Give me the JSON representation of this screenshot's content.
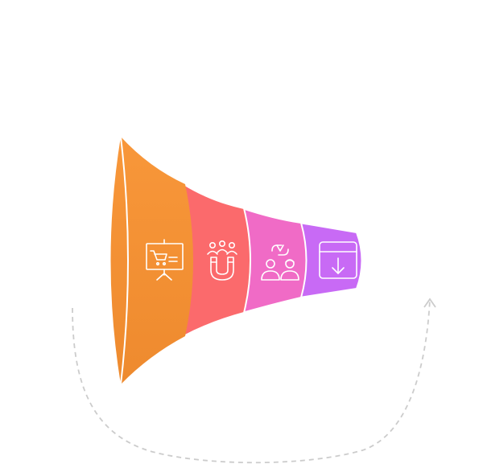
{
  "diagram": {
    "type": "funnel",
    "stages": [
      {
        "id": "stage-1",
        "icon": "store-presentation-icon",
        "color": "#F59435"
      },
      {
        "id": "stage-2",
        "icon": "magnet-people-icon",
        "color": "#FB6A6C"
      },
      {
        "id": "stage-3",
        "icon": "handshake-people-icon",
        "color": "#F06BC6"
      },
      {
        "id": "stage-4",
        "icon": "download-window-icon",
        "color": "#C86AF5"
      }
    ],
    "loop_arrow": {
      "style": "dashed",
      "color": "#CCCCCC"
    }
  }
}
